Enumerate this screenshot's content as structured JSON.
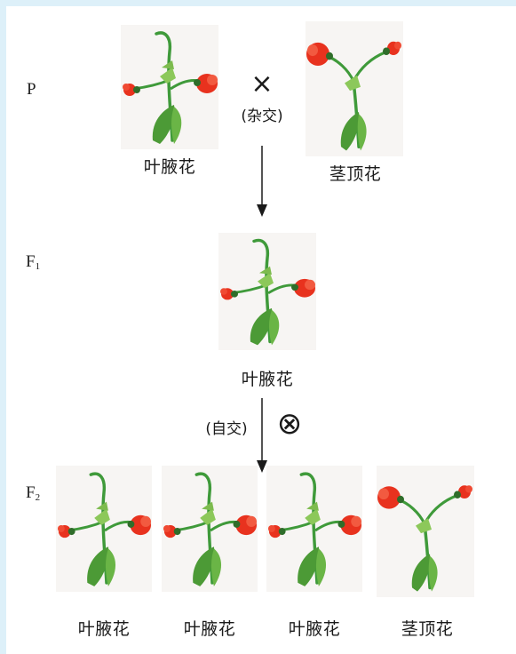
{
  "generations": {
    "p": "P",
    "f1": "F",
    "f1_sub": "1",
    "f2": "F",
    "f2_sub": "2"
  },
  "cross": {
    "symbol": "×",
    "label": "(杂交)"
  },
  "self": {
    "label": "(自交)",
    "symbol": "⊗"
  },
  "labels": {
    "p_left": "叶腋花",
    "p_right": "茎顶花",
    "f1": "叶腋花",
    "f2_1": "叶腋花",
    "f2_2": "叶腋花",
    "f2_3": "叶腋花",
    "f2_4": "茎顶花"
  },
  "colors": {
    "background": "#ddf0f9",
    "flower": "#e8321e",
    "stem": "#3f9a3a",
    "leaf": "#5aa83c"
  }
}
